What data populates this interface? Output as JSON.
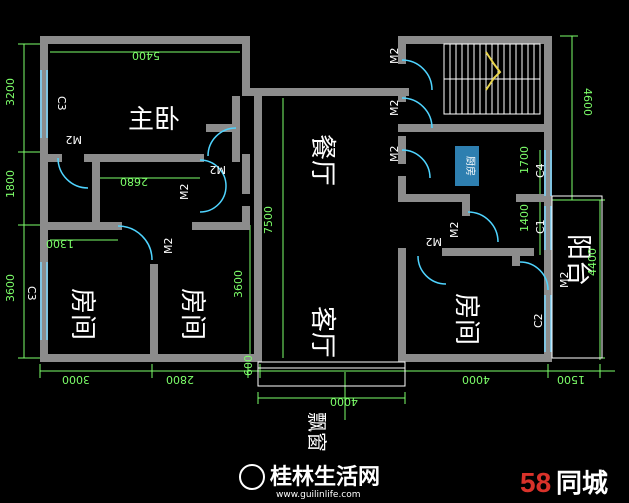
{
  "rooms": {
    "master_bedroom": "主卧",
    "dining": "餐厅",
    "living": "客厅",
    "bedroom_a": "房间",
    "bedroom_b": "房间",
    "bedroom_c": "房间",
    "balcony": "阳台",
    "bay_window": "飘窗",
    "kitchen": "厨房"
  },
  "dimensions": {
    "d5400": "5400",
    "d2680": "2680",
    "d7500": "7500",
    "d3200": "3200",
    "d1800": "1800",
    "d3600_left": "3600",
    "d3600_mid": "3600",
    "d1300": "1300",
    "d3000": "3000",
    "d2800": "2800",
    "d600": "600",
    "d4000_bottom": "4000",
    "d4000_window": "4000",
    "d1500": "1500",
    "d4600": "4600",
    "d1700": "1700",
    "d1400": "1400",
    "d4400": "4400"
  },
  "doors": {
    "m2_master": "M2",
    "m2_corridor": "M2",
    "m2_corridor2": "M2",
    "m2_bedroom": "M2",
    "m2_right1": "M2",
    "m2_right2": "M2",
    "m2_right3": "M2",
    "m2_right4": "M2",
    "m2_right5": "M2",
    "m2_right6": "M2"
  },
  "windows": {
    "c3_top": "C3",
    "c3_bottom": "C3",
    "c4": "C4",
    "c1": "C1",
    "c2": "C2"
  },
  "watermark": {
    "site_name": "桂林生活网",
    "site_url": "www.guilinlife.com",
    "brand_number": "58",
    "brand_name": "同城"
  },
  "colors": {
    "background": "#000000",
    "wall": "#8c8c8c",
    "dimension": "#7dff6a",
    "door_swing": "#4fd4ff",
    "window": "#7dd6ff",
    "text": "#ffffff",
    "brand_red": "#d9322a"
  }
}
